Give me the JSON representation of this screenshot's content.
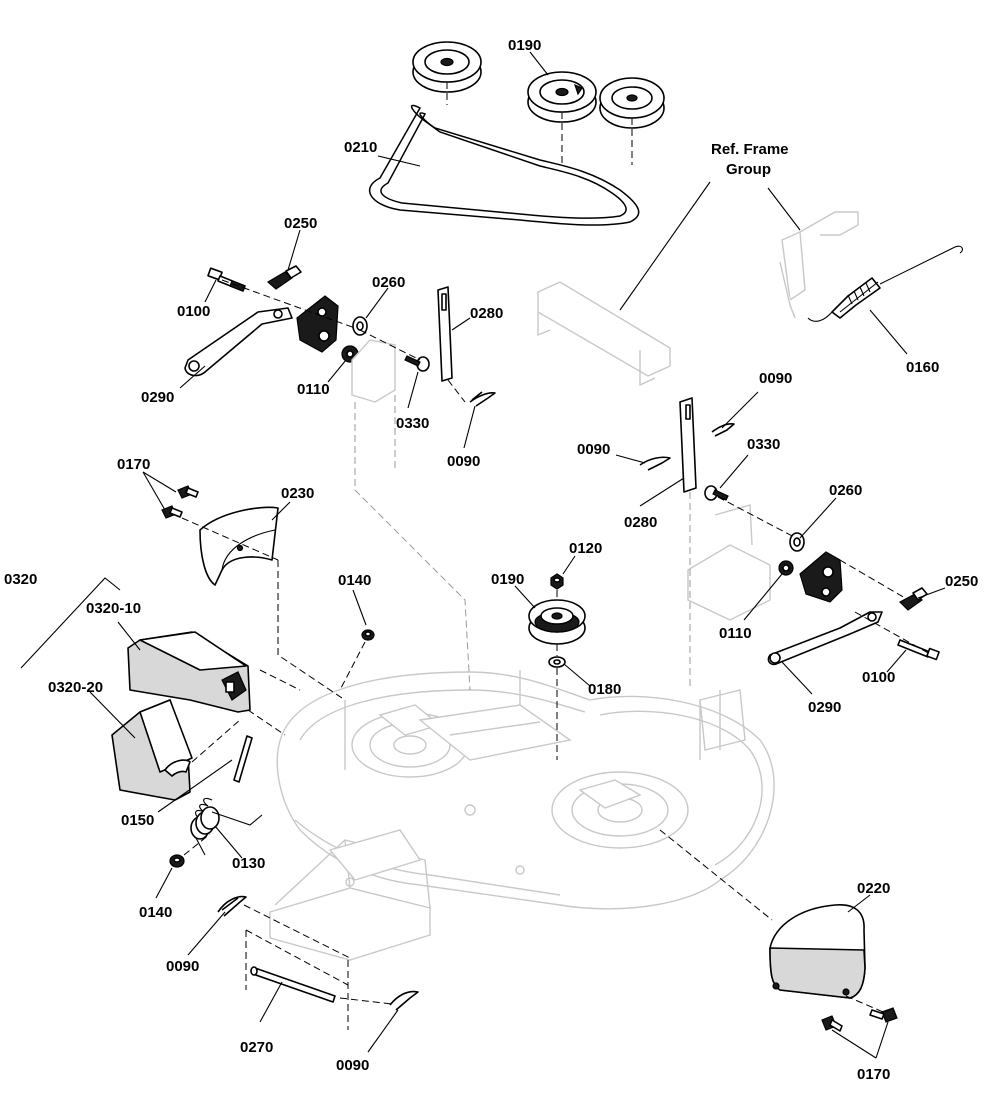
{
  "callouts": {
    "c0190a": "0190",
    "c0210": "0210",
    "c0250a": "0250",
    "c0100a": "0100",
    "c0260a": "0260",
    "c0280a": "0280",
    "c0290a": "0290",
    "c0110a": "0110",
    "c0330a": "0330",
    "c0090a": "0090",
    "ref_frame_line1": "Ref. Frame",
    "ref_frame_line2": "Group",
    "c0160": "0160",
    "c0090b": "0090",
    "c0090c": "0090",
    "c0330b": "0330",
    "c0280b": "0280",
    "c0260b": "0260",
    "c0250b": "0250",
    "c0110b": "0110",
    "c0100b": "0100",
    "c0290b": "0290",
    "c0170a": "0170",
    "c0230": "0230",
    "c0140a": "0140",
    "c0120": "0120",
    "c0190b": "0190",
    "c0180": "0180",
    "c0320": "0320",
    "c0320_10": "0320-10",
    "c0320_20": "0320-20",
    "c0150": "0150",
    "c0130": "0130",
    "c0140b": "0140",
    "c0090d": "0090",
    "c0270": "0270",
    "c0090e": "0090",
    "c0220": "0220",
    "c0170b": "0170"
  }
}
